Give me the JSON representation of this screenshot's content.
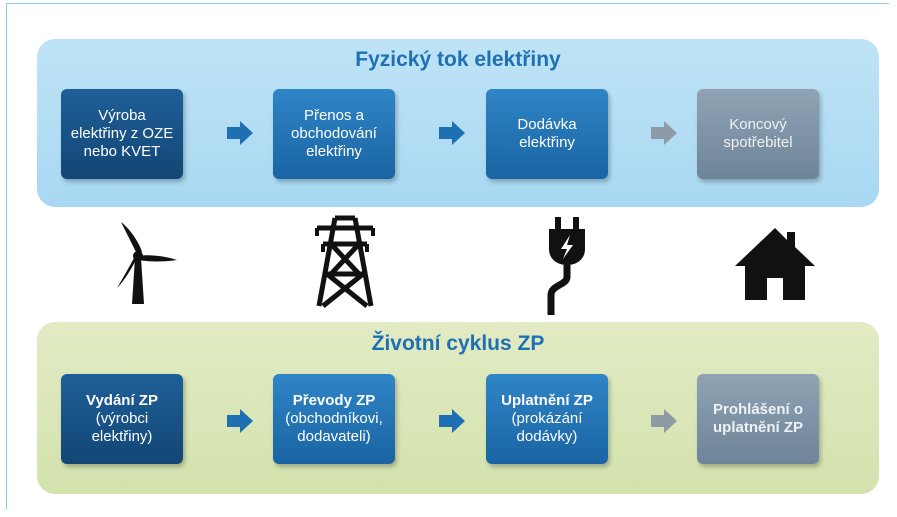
{
  "top_panel": {
    "title": "Fyzický tok elektřiny",
    "boxes": [
      {
        "lines": [
          "Výroba",
          "elektřiny z OZE",
          "nebo KVET"
        ]
      },
      {
        "lines": [
          "Přenos a",
          "obchodování",
          "elektřiny"
        ]
      },
      {
        "lines": [
          "Dodávka",
          "elektřiny"
        ]
      },
      {
        "lines": [
          "Koncový",
          "spotřebitel"
        ]
      }
    ]
  },
  "bottom_panel": {
    "title": "Životní cyklus ZP",
    "boxes": [
      {
        "title": "Vydání ZP",
        "lines": [
          "(výrobci",
          "elektřiny)"
        ]
      },
      {
        "title": "Převody ZP",
        "lines": [
          "(obchodníkovi,",
          "dodavateli)"
        ]
      },
      {
        "title": "Uplatnění ZP",
        "lines": [
          "(prokázání",
          "dodávky)"
        ]
      },
      {
        "title": "Prohlášení o",
        "lines": [
          "uplatnění ZP"
        ]
      }
    ]
  },
  "icons": [
    "wind-turbine-icon",
    "power-pylon-icon",
    "electric-plug-icon",
    "house-icon"
  ],
  "colors": {
    "accent_title": "#1f70b3",
    "box_dark": "#124675",
    "box_mid": "#1a64a3",
    "box_gray": "#6e8498",
    "arrow_blue": "#1f6fb3",
    "arrow_gray": "#8e9aa5",
    "panel_top": "#b4ddf4",
    "panel_bottom": "#d9e6b8"
  }
}
